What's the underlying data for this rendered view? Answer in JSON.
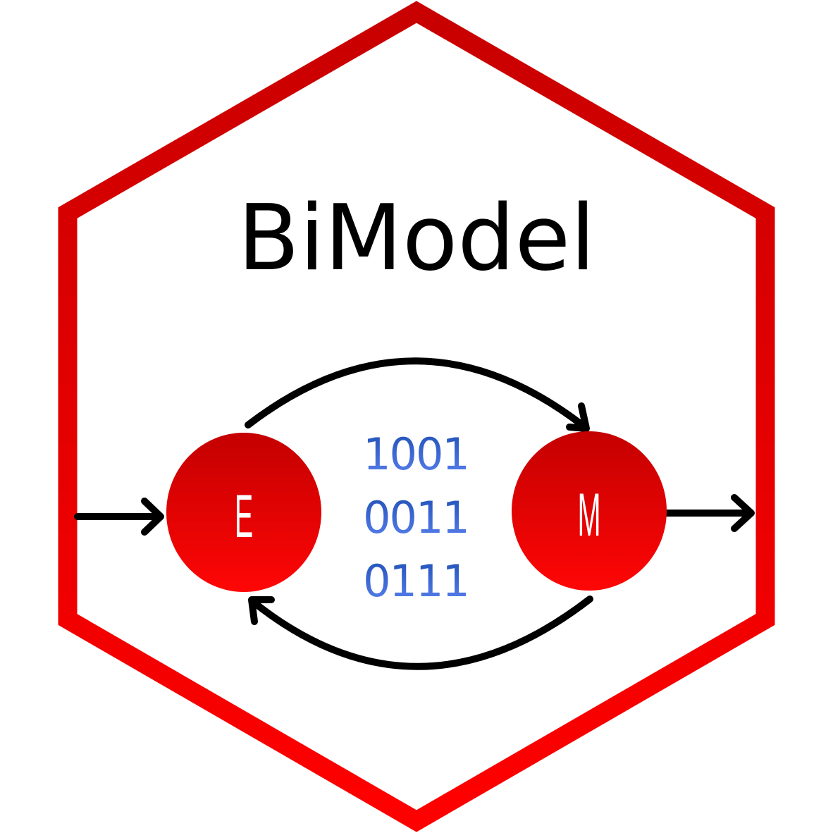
{
  "logo": {
    "title": "BiModel",
    "node_left_label": "E",
    "node_right_label": "M",
    "binary_rows": [
      "1001",
      "0011",
      "0111"
    ]
  },
  "colors": {
    "hex_border_top": "#c80000",
    "hex_border_bottom": "#ff0000",
    "node_top": "#c40000",
    "node_bottom": "#ff0606",
    "binary_top": "#1e4fb4",
    "binary_bottom": "#5b82f0",
    "arrow": "#000000",
    "title": "#000000",
    "node_text": "#ffffff"
  },
  "icons": {
    "input_arrow": "arrow-right-icon",
    "output_arrow": "arrow-right-icon",
    "forward_arc": "curved-arrow-icon",
    "backward_arc": "curved-arrow-icon"
  }
}
